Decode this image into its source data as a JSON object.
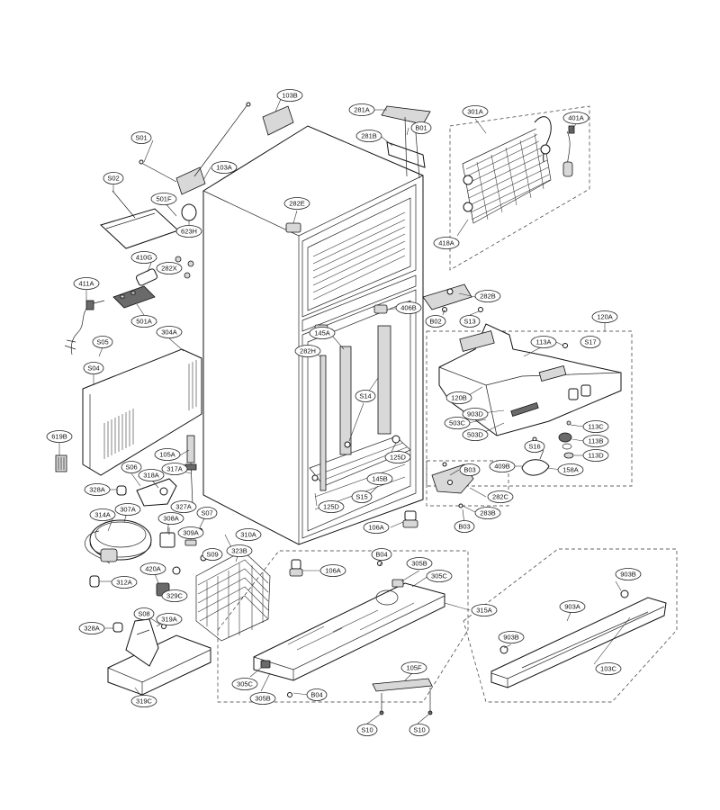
{
  "diagram": {
    "labels": [
      {
        "id": "103B",
        "text": "103B"
      },
      {
        "id": "S01",
        "text": "S01"
      },
      {
        "id": "103A",
        "text": "103A"
      },
      {
        "id": "S02",
        "text": "S02"
      },
      {
        "id": "501F",
        "text": "501F"
      },
      {
        "id": "623H",
        "text": "623H"
      },
      {
        "id": "410G",
        "text": "410G"
      },
      {
        "id": "282X",
        "text": "282X"
      },
      {
        "id": "411A",
        "text": "411A"
      },
      {
        "id": "501A",
        "text": "501A"
      },
      {
        "id": "S05",
        "text": "S05"
      },
      {
        "id": "S04",
        "text": "S04"
      },
      {
        "id": "304A",
        "text": "304A"
      },
      {
        "id": "619B",
        "text": "619B"
      },
      {
        "id": "105A",
        "text": "105A"
      },
      {
        "id": "S06",
        "text": "S06"
      },
      {
        "id": "318A",
        "text": "318A"
      },
      {
        "id": "317A",
        "text": "317A"
      },
      {
        "id": "328A_1",
        "text": "328A"
      },
      {
        "id": "327A",
        "text": "327A"
      },
      {
        "id": "314A",
        "text": "314A"
      },
      {
        "id": "307A",
        "text": "307A"
      },
      {
        "id": "308A",
        "text": "308A"
      },
      {
        "id": "S07",
        "text": "S07"
      },
      {
        "id": "309A",
        "text": "309A"
      },
      {
        "id": "310A",
        "text": "310A"
      },
      {
        "id": "S09",
        "text": "S09"
      },
      {
        "id": "323B",
        "text": "323B"
      },
      {
        "id": "420A",
        "text": "420A"
      },
      {
        "id": "312A",
        "text": "312A"
      },
      {
        "id": "329C",
        "text": "329C"
      },
      {
        "id": "S08",
        "text": "S08"
      },
      {
        "id": "319A",
        "text": "319A"
      },
      {
        "id": "328A_2",
        "text": "328A"
      },
      {
        "id": "319C",
        "text": "319C"
      },
      {
        "id": "281A",
        "text": "281A"
      },
      {
        "id": "B01",
        "text": "B01"
      },
      {
        "id": "281B",
        "text": "281B"
      },
      {
        "id": "282E",
        "text": "282E"
      },
      {
        "id": "301A",
        "text": "301A"
      },
      {
        "id": "401A",
        "text": "401A"
      },
      {
        "id": "418A",
        "text": "418A"
      },
      {
        "id": "282B",
        "text": "282B"
      },
      {
        "id": "406B",
        "text": "406B"
      },
      {
        "id": "B02",
        "text": "B02"
      },
      {
        "id": "S13",
        "text": "S13"
      },
      {
        "id": "120A",
        "text": "120A"
      },
      {
        "id": "145A",
        "text": "145A"
      },
      {
        "id": "282H",
        "text": "282H"
      },
      {
        "id": "113A",
        "text": "113A"
      },
      {
        "id": "S17",
        "text": "S17"
      },
      {
        "id": "S14",
        "text": "S14"
      },
      {
        "id": "120B",
        "text": "120B"
      },
      {
        "id": "903D",
        "text": "903D"
      },
      {
        "id": "503C",
        "text": "503C"
      },
      {
        "id": "503D",
        "text": "503D"
      },
      {
        "id": "113C",
        "text": "113C"
      },
      {
        "id": "113B",
        "text": "113B"
      },
      {
        "id": "S16",
        "text": "S16"
      },
      {
        "id": "113D",
        "text": "113D"
      },
      {
        "id": "125D_1",
        "text": "125D"
      },
      {
        "id": "409B",
        "text": "409B"
      },
      {
        "id": "158A",
        "text": "158A"
      },
      {
        "id": "B03_1",
        "text": "B03"
      },
      {
        "id": "145B",
        "text": "145B"
      },
      {
        "id": "S15",
        "text": "S15"
      },
      {
        "id": "125D_2",
        "text": "125D"
      },
      {
        "id": "282C",
        "text": "282C"
      },
      {
        "id": "283B",
        "text": "283B"
      },
      {
        "id": "B03_2",
        "text": "B03"
      },
      {
        "id": "106A_1",
        "text": "106A"
      },
      {
        "id": "106A_2",
        "text": "106A"
      },
      {
        "id": "B04_1",
        "text": "B04"
      },
      {
        "id": "305B_1",
        "text": "305B"
      },
      {
        "id": "305C_1",
        "text": "305C"
      },
      {
        "id": "315A",
        "text": "315A"
      },
      {
        "id": "903B_1",
        "text": "903B"
      },
      {
        "id": "903A",
        "text": "903A"
      },
      {
        "id": "903B_2",
        "text": "903B"
      },
      {
        "id": "103C",
        "text": "103C"
      },
      {
        "id": "105F",
        "text": "105F"
      },
      {
        "id": "305C_2",
        "text": "305C"
      },
      {
        "id": "305B_2",
        "text": "305B"
      },
      {
        "id": "B04_2",
        "text": "B04"
      },
      {
        "id": "S10_1",
        "text": "S10"
      },
      {
        "id": "S10_2",
        "text": "S10"
      }
    ]
  }
}
